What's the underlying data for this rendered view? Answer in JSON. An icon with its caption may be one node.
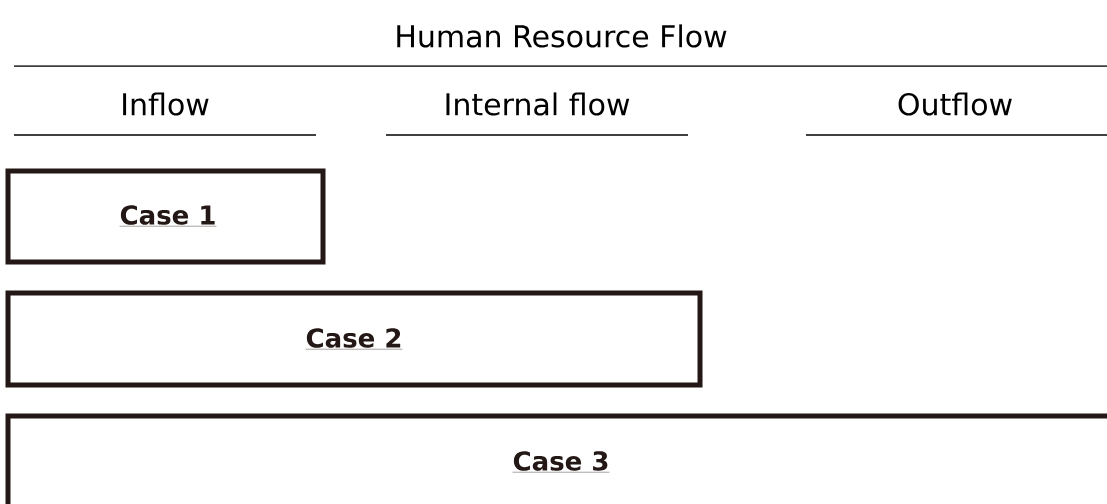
{
  "diagram": {
    "title": "Human Resource Flow",
    "nodes": [
      {
        "text": [
          "Case 1"
        ]
      },
      {
        "text": [
          "Case 2"
        ]
      },
      {
        "text": [
          "Case 3"
        ]
      }
    ],
    "labels": [
      "Inflow",
      "Internal flow",
      "Outflow"
    ]
  }
}
